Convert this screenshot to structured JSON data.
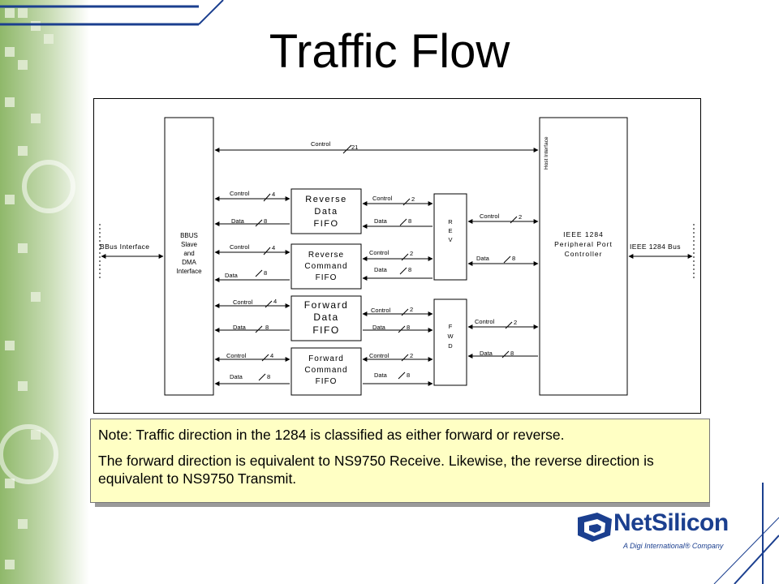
{
  "slide": {
    "title": "Traffic Flow"
  },
  "diagram": {
    "left_interface": "BBus Interface",
    "right_interface": "IEEE 1284 Bus",
    "bbus_block": [
      "BBUS",
      "Slave",
      "and",
      "DMA",
      "Interface"
    ],
    "ieee_block": [
      "IEEE 1284",
      "Peripheral Port",
      "Controller"
    ],
    "host_interface": "Host Interface",
    "top_control": {
      "label": "Control",
      "width": "21"
    },
    "fifos": {
      "reverse_data": [
        "Reverse",
        "Data",
        "FIFO"
      ],
      "reverse_command": [
        "Reverse",
        "Command",
        "FIFO"
      ],
      "forward_data": [
        "Forward",
        "Data",
        "FIFO"
      ],
      "forward_command": [
        "Forward",
        "Command",
        "FIFO"
      ]
    },
    "rev_mux": [
      "R",
      "E",
      "V"
    ],
    "fwd_mux": [
      "F",
      "W",
      "D"
    ],
    "control_label": "Control",
    "data_label": "Data",
    "control_width_4": "4",
    "control_width_2": "2",
    "data_width": "8"
  },
  "note": {
    "line1": "Note: Traffic direction in the 1284 is classified as either forward or reverse.",
    "line2": "The forward direction is equivalent to NS9750 Receive. Likewise, the reverse direction is equivalent to NS9750 Transmit."
  },
  "logo": {
    "name": "NetSilicon",
    "tagline": "A Digi International® Company"
  },
  "colors": {
    "background": "#ffffff",
    "note_fill": "#ffffc4",
    "logo_blue": "#1b3f8f",
    "decor_green": "#9ec27a"
  }
}
